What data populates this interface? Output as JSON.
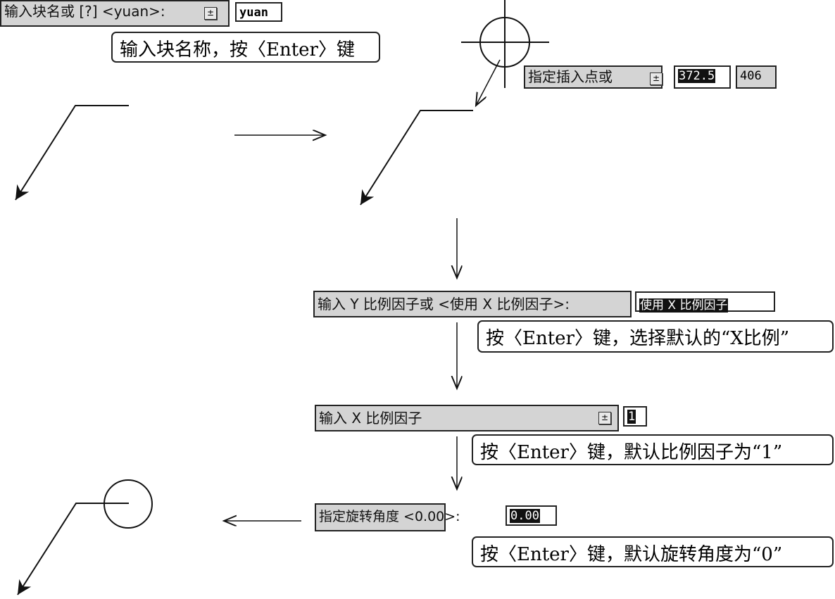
{
  "steps": [
    {
      "prompt": "输入块名或 [?] <yuan>:",
      "value": "yuan",
      "note": "输入块名称，按〈Enter〉键"
    },
    {
      "prompt": "指定插入点或",
      "x_value": "372.5",
      "y_value": "406"
    },
    {
      "prompt": "输入 Y 比例因子或 <使用 X 比例因子>:",
      "value": "使用 X 比例因子",
      "note": "按〈Enter〉键，选择默认的“X比例”"
    },
    {
      "prompt": "输入 X 比例因子",
      "value": "1",
      "note": "按〈Enter〉键，默认比例因子为“1”"
    },
    {
      "prompt": "指定旋转角度 <0.00>:",
      "value": "0.00",
      "note": "按〈Enter〉键，默认旋转角度为“0”"
    }
  ]
}
